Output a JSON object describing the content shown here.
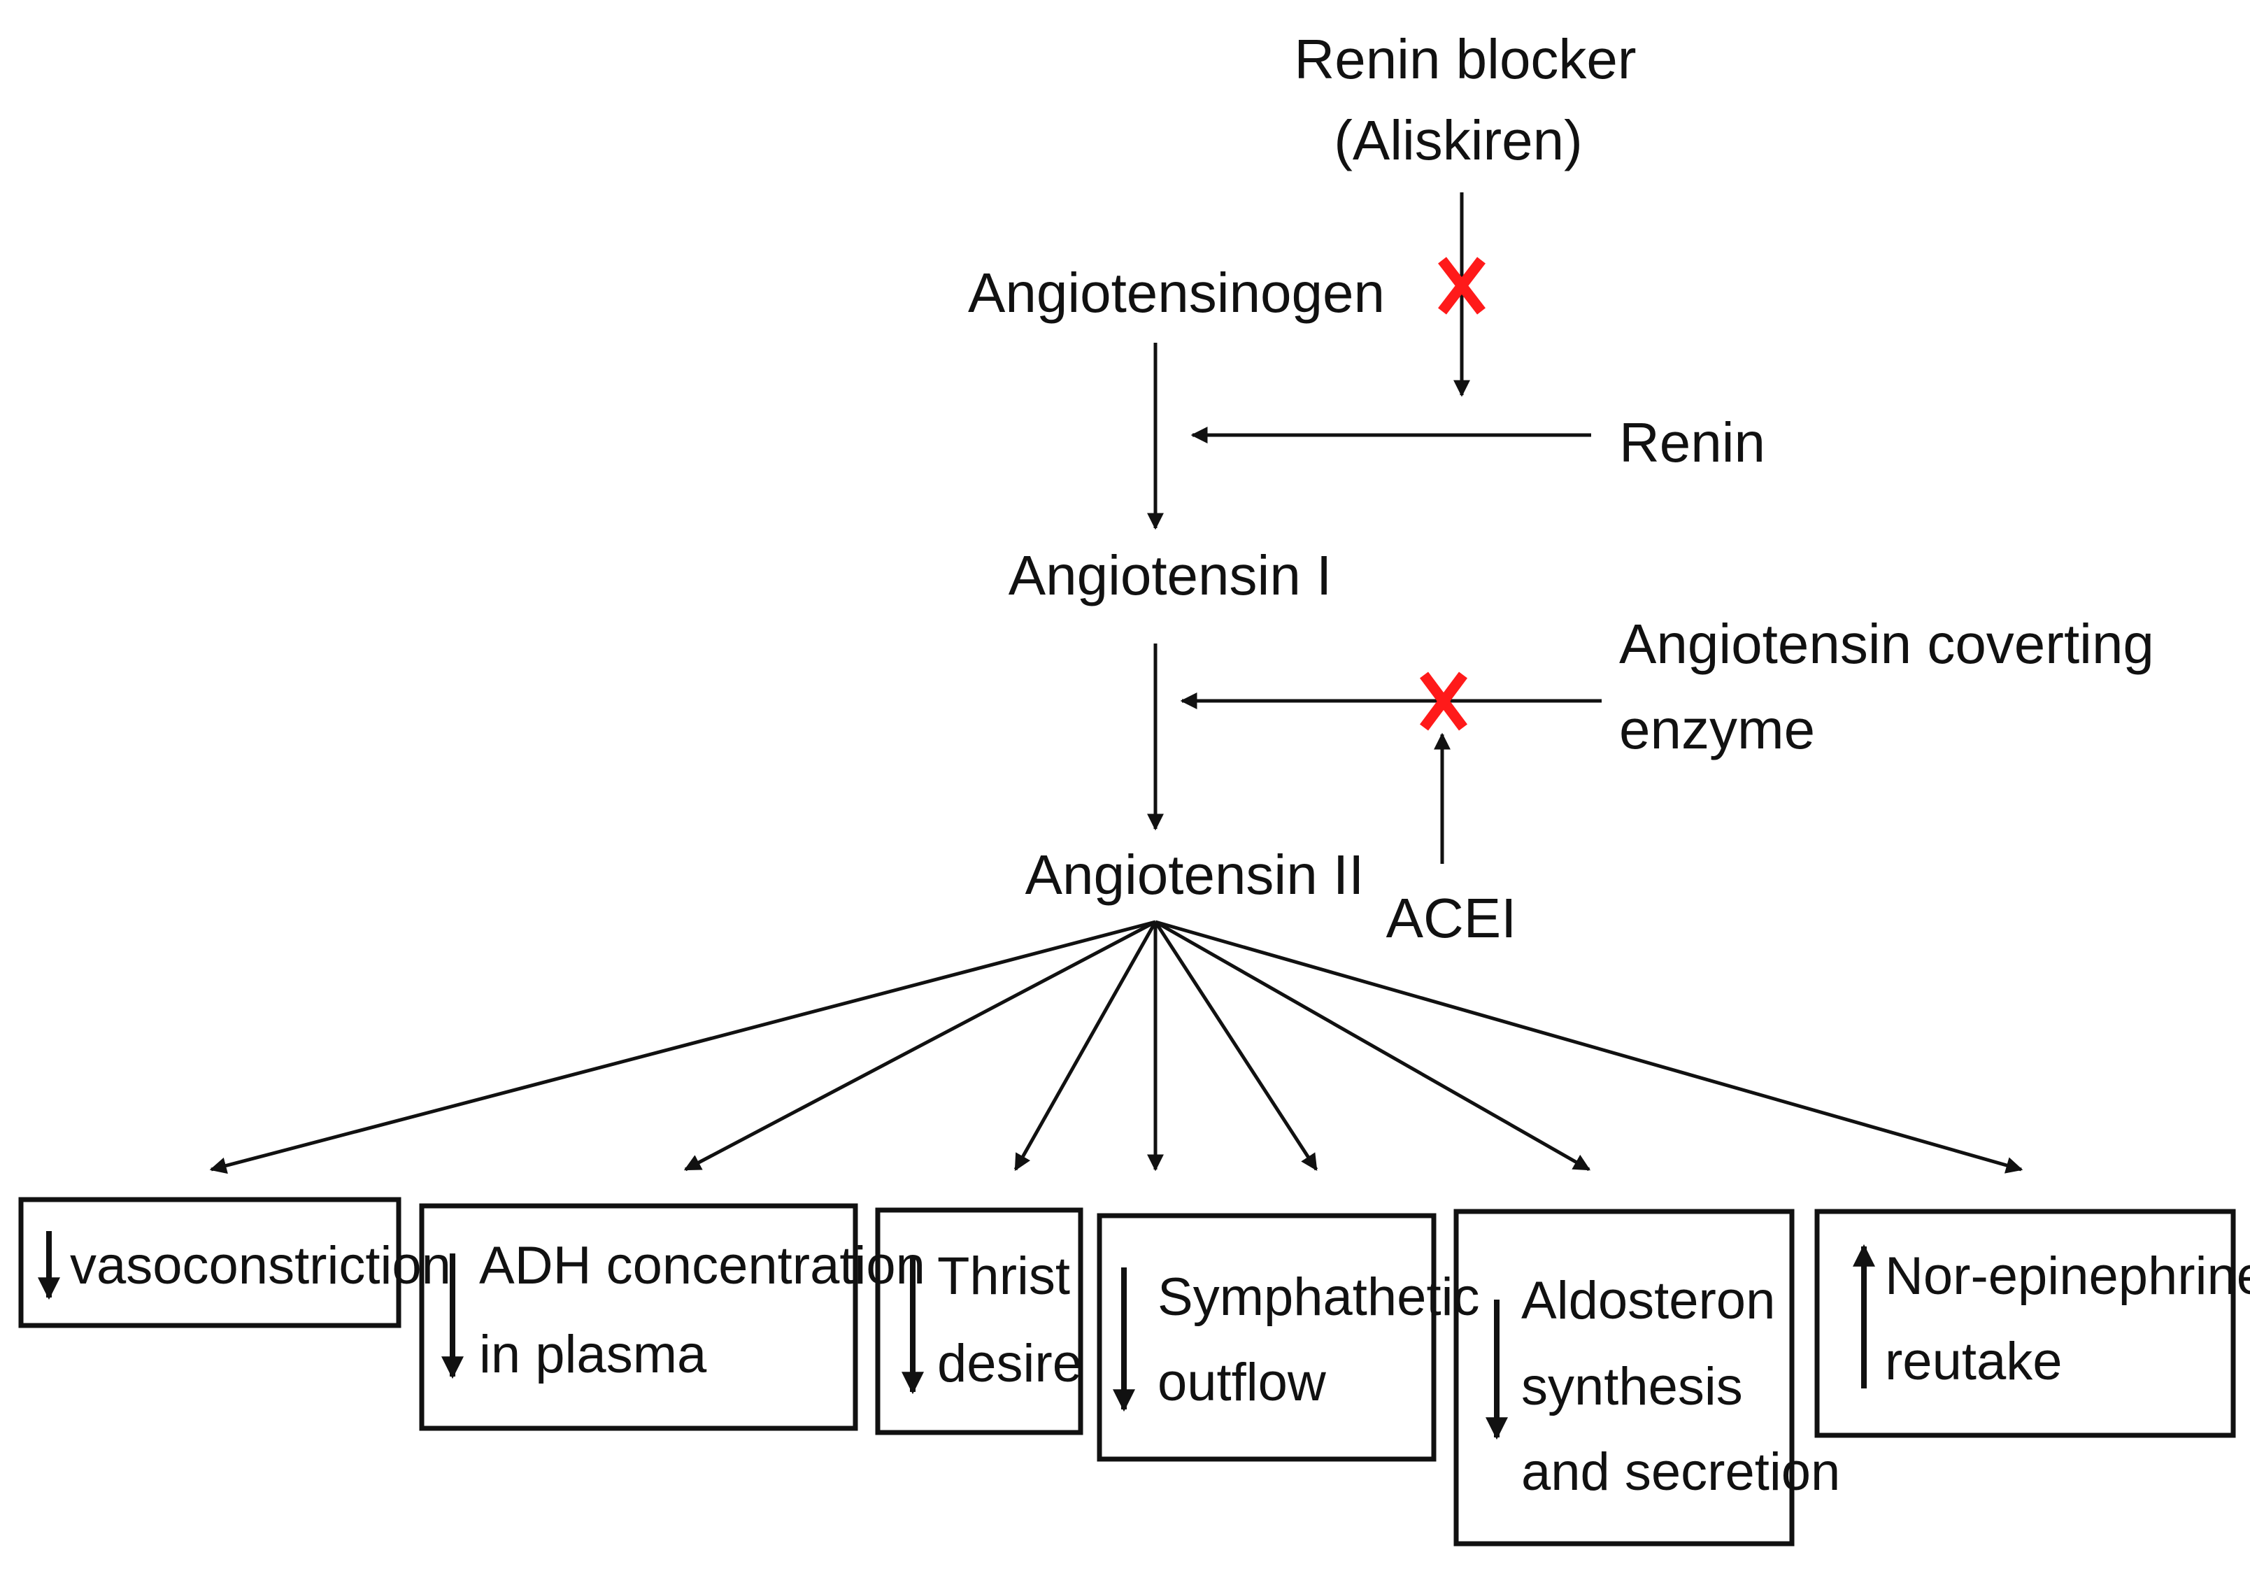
{
  "nodes": {
    "renin_blocker": {
      "line1": "Renin blocker",
      "line2": "(Aliskiren)"
    },
    "angiotensinogen": "Angiotensinogen",
    "renin": "Renin",
    "angiotensin_1": "Angiotensin I",
    "ace": {
      "line1": "Angiotensin coverting",
      "line2": "enzyme"
    },
    "angiotensin_2": "Angiotensin II",
    "acei": "ACEI"
  },
  "effects": [
    {
      "direction": "down",
      "lines": [
        "vasoconstriction"
      ]
    },
    {
      "direction": "down",
      "lines": [
        "ADH concentration",
        "in plasma"
      ]
    },
    {
      "direction": "down",
      "lines": [
        "Thrist",
        "desire"
      ]
    },
    {
      "direction": "down",
      "lines": [
        "Symphathetic",
        "outflow"
      ]
    },
    {
      "direction": "down",
      "lines": [
        "Aldosteron",
        "synthesis",
        "and secretion"
      ]
    },
    {
      "direction": "up",
      "lines": [
        "Nor-epinephrine",
        "reutake"
      ]
    }
  ],
  "colors": {
    "ink": "#111111",
    "block_mark": "#ff1a1a"
  }
}
